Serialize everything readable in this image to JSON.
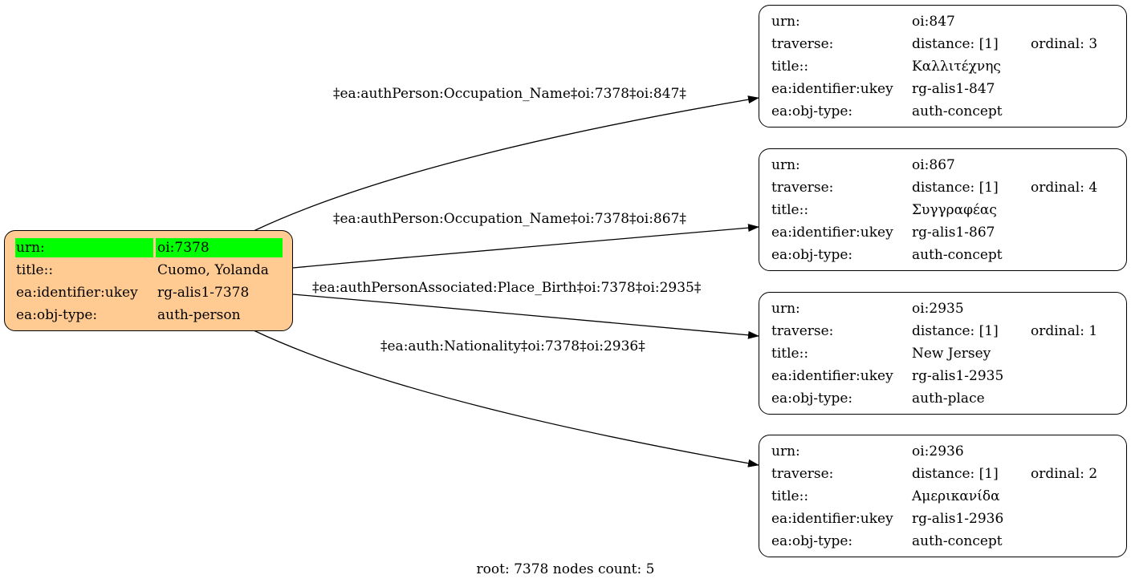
{
  "root_node": {
    "rows": [
      {
        "key": "urn:",
        "value": "oi:7378"
      },
      {
        "key": "title::",
        "value": "Cuomo, Yolanda"
      },
      {
        "key": "ea:identifier:ukey",
        "value": "rg-alis1-7378"
      },
      {
        "key": "ea:obj-type:",
        "value": "auth-person"
      }
    ],
    "fill_color": "#ffcb93",
    "highlight_color": "#00ff00"
  },
  "nodes": [
    {
      "urn": {
        "key": "urn:",
        "value": "oi:847"
      },
      "traverse": {
        "key": "traverse:",
        "distance": "distance: [1]",
        "ordinal": "ordinal: 3"
      },
      "title": {
        "key": "title::",
        "value": "Καλλιτέχνης"
      },
      "ukey": {
        "key": "ea:identifier:ukey",
        "value": "rg-alis1-847"
      },
      "objtype": {
        "key": "ea:obj-type:",
        "value": "auth-concept"
      }
    },
    {
      "urn": {
        "key": "urn:",
        "value": "oi:867"
      },
      "traverse": {
        "key": "traverse:",
        "distance": "distance: [1]",
        "ordinal": "ordinal: 4"
      },
      "title": {
        "key": "title::",
        "value": "Συγγραφέας"
      },
      "ukey": {
        "key": "ea:identifier:ukey",
        "value": "rg-alis1-867"
      },
      "objtype": {
        "key": "ea:obj-type:",
        "value": "auth-concept"
      }
    },
    {
      "urn": {
        "key": "urn:",
        "value": "oi:2935"
      },
      "traverse": {
        "key": "traverse:",
        "distance": "distance: [1]",
        "ordinal": "ordinal: 1"
      },
      "title": {
        "key": "title::",
        "value": "New Jersey"
      },
      "ukey": {
        "key": "ea:identifier:ukey",
        "value": "rg-alis1-2935"
      },
      "objtype": {
        "key": "ea:obj-type:",
        "value": "auth-place"
      }
    },
    {
      "urn": {
        "key": "urn:",
        "value": "oi:2936"
      },
      "traverse": {
        "key": "traverse:",
        "distance": "distance: [1]",
        "ordinal": "ordinal: 2"
      },
      "title": {
        "key": "title::",
        "value": "Αμερικανίδα"
      },
      "ukey": {
        "key": "ea:identifier:ukey",
        "value": "rg-alis1-2936"
      },
      "objtype": {
        "key": "ea:obj-type:",
        "value": "auth-concept"
      }
    }
  ],
  "edges": [
    {
      "label": "‡ea:authPerson:Occupation_Name‡oi:7378‡oi:847‡"
    },
    {
      "label": "‡ea:authPerson:Occupation_Name‡oi:7378‡oi:867‡"
    },
    {
      "label": "‡ea:authPersonAssociated:Place_Birth‡oi:7378‡oi:2935‡"
    },
    {
      "label": "‡ea:auth:Nationality‡oi:7378‡oi:2936‡"
    }
  ],
  "footer": "root: 7378 nodes count: 5"
}
